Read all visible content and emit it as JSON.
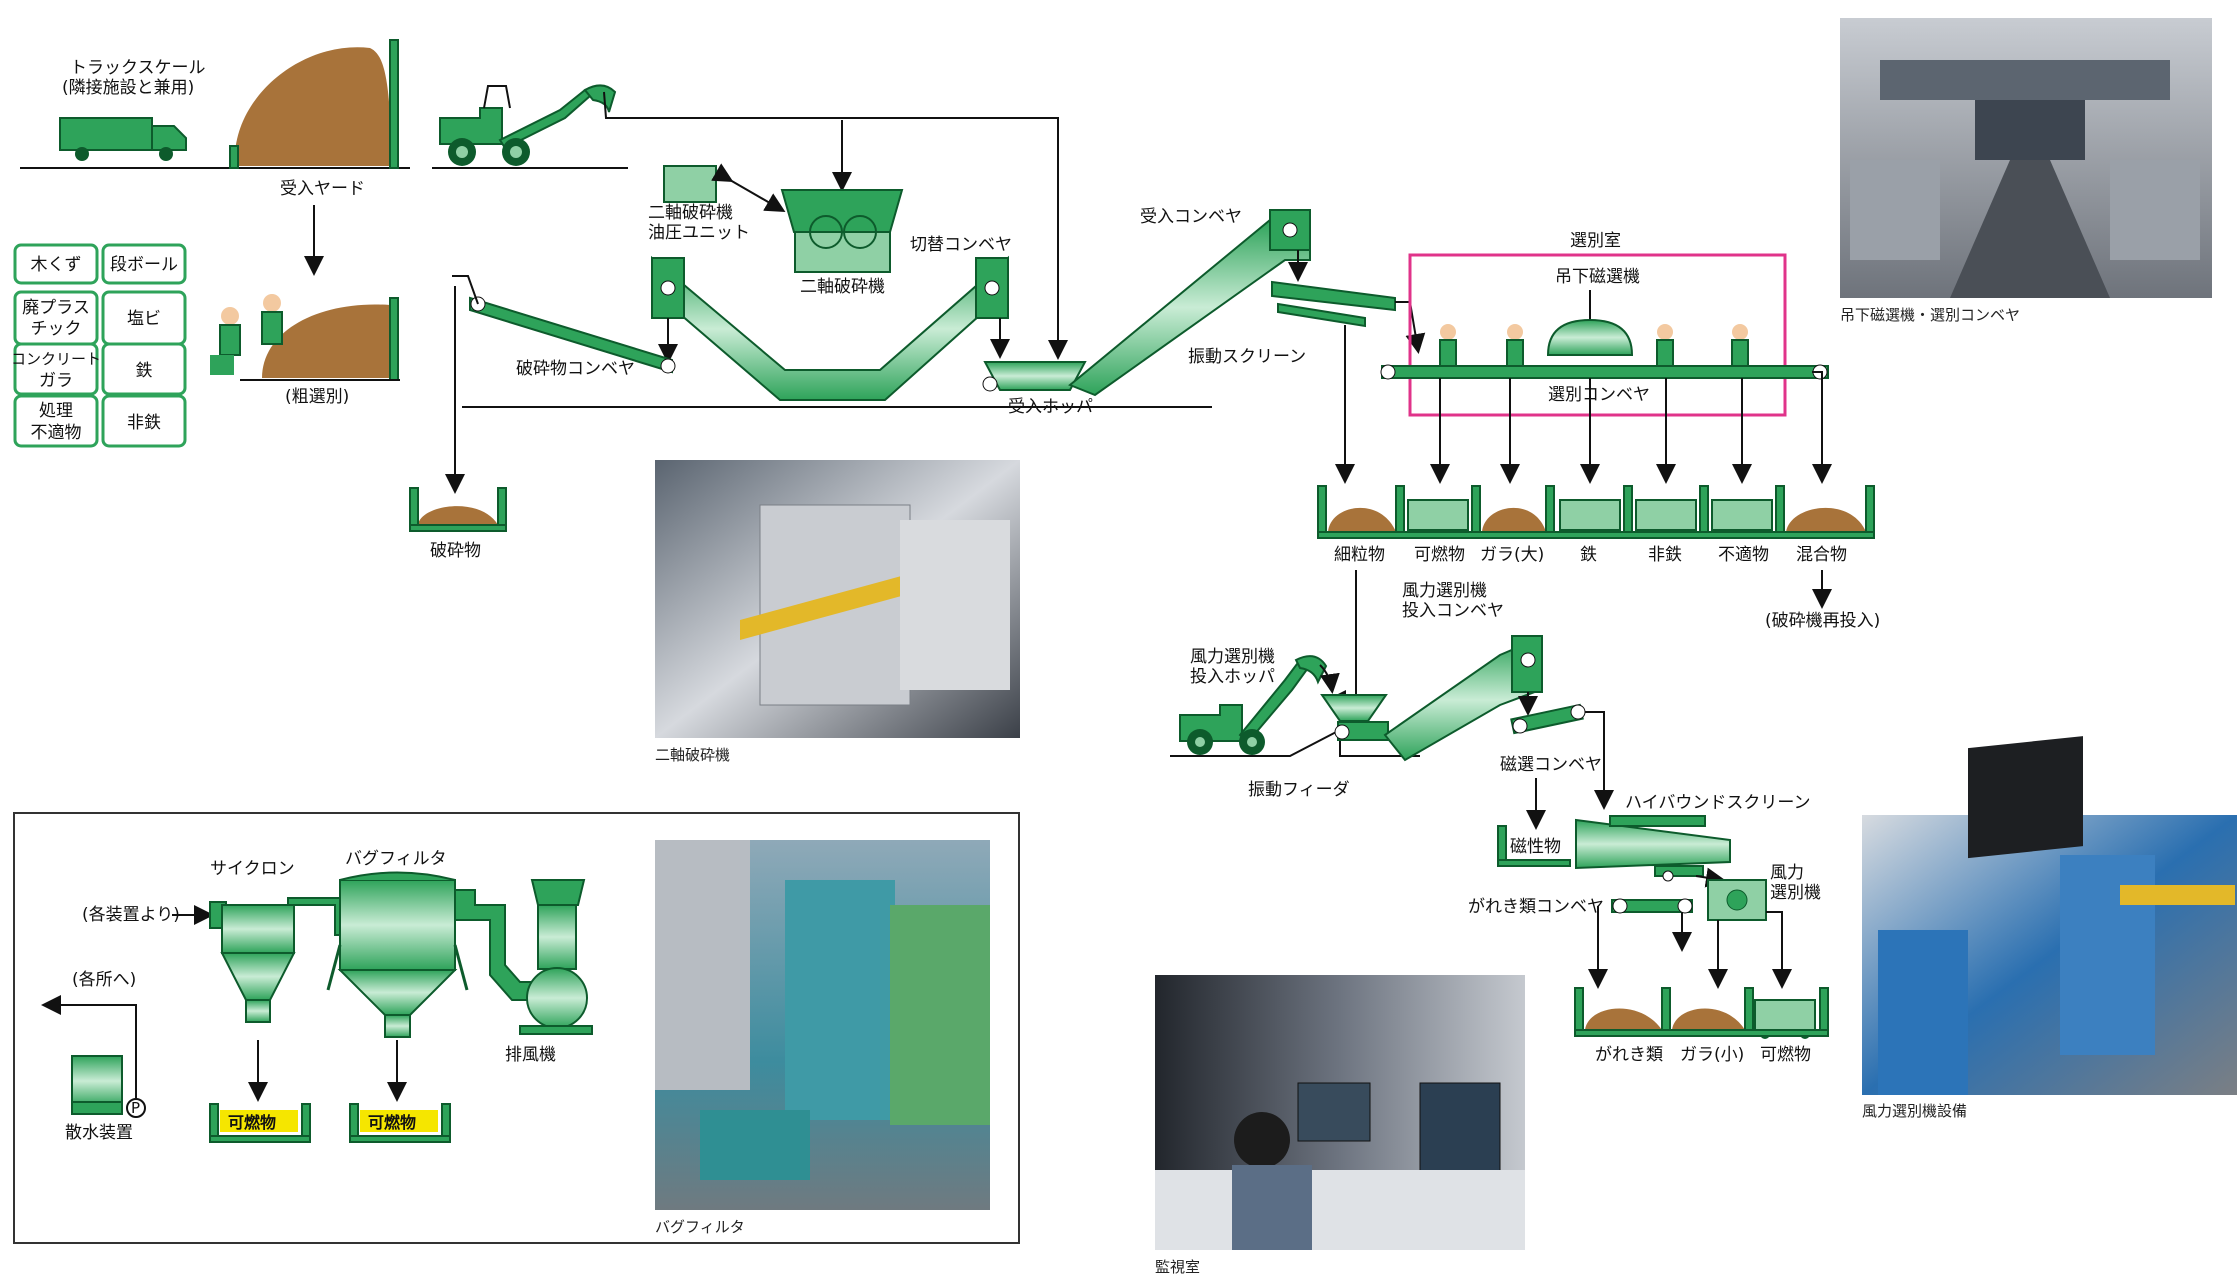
{
  "labels": {
    "truck_scale": "トラックスケール",
    "truck_scale_note": "(隣接施設と兼用)",
    "receiving_yard": "受入ヤード",
    "rough_sort": "(粗選別)",
    "twin_shaft_shredder": "二軸破砕機",
    "hydraulic_unit_l1": "二軸破砕機",
    "hydraulic_unit_l2": "油圧ユニット",
    "switch_conveyor": "切替コンベヤ",
    "crushed_conveyor": "破砕物コンベヤ",
    "crushed": "破砕物",
    "receiving_hopper": "受入ホッパ",
    "receiving_conveyor": "受入コンベヤ",
    "vibrating_screen": "振動スクリーン",
    "sorting_room": "選別室",
    "suspended_magnet": "吊下磁選機",
    "sorting_conveyor": "選別コンベヤ",
    "wind_sorter_conveyor_l1": "風力選別機",
    "wind_sorter_conveyor_l2": "投入コンベヤ",
    "wind_sorter_hopper_l1": "風力選別機",
    "wind_sorter_hopper_l2": "投入ホッパ",
    "vibrating_feeder": "振動フィーダ",
    "magnetic_conveyor": "磁選コンベヤ",
    "highbound_screen": "ハイバウンドスクリーン",
    "magnetic_material": "磁性物",
    "rubble_conveyor": "がれき類コンベヤ",
    "wind_sorter_l1": "風力",
    "wind_sorter_l2": "選別機",
    "reshred": "(破砕機再投入)",
    "cyclone": "サイクロン",
    "bag_filter": "バグフィルタ",
    "from_devices": "(各装置より)",
    "to_each": "(各所へ)",
    "exhaust_fan": "排風機",
    "sprinkler": "散水装置",
    "combustible_1": "可燃物",
    "combustible_2": "可燃物",
    "pump_symbol": "P"
  },
  "material_boxes": [
    {
      "label": "木くず"
    },
    {
      "label": "段ボール"
    },
    {
      "label": "廃プラス",
      "label2": "チック"
    },
    {
      "label": "塩ビ"
    },
    {
      "label": "コンクリート",
      "label2": "ガラ"
    },
    {
      "label": "鉄"
    },
    {
      "label": "処理",
      "label2": "不適物"
    },
    {
      "label": "非鉄"
    }
  ],
  "outputs": [
    "細粒物",
    "可燃物",
    "ガラ(大)",
    "鉄",
    "非鉄",
    "不適物",
    "混合物"
  ],
  "outputs_bottom": [
    "がれき類",
    "ガラ(小)",
    "可燃物"
  ],
  "photo_captions": {
    "magnet_conveyor": "吊下磁選機・選別コンベヤ",
    "shredder": "二軸破砕機",
    "bag_filter": "バグフィルタ",
    "control_room": "監視室",
    "wind_sorter": "風力選別機設備"
  },
  "colors": {
    "equipment": "#2ea35a",
    "outline": "#0d5b2c",
    "soil": "#a8733a",
    "sorting_room_frame": "#e0338a",
    "highlight": "#f5e600"
  }
}
